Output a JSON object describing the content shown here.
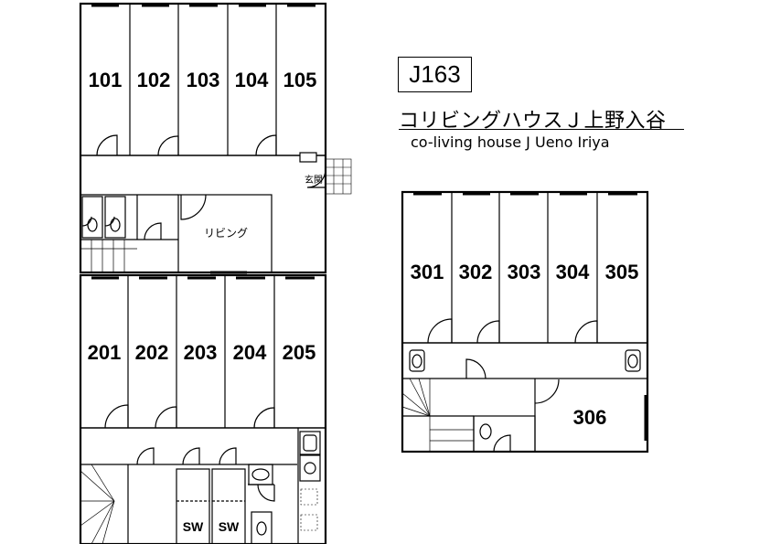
{
  "header": {
    "code": "J163",
    "title_jp": "コリビングハウスＪ上野入谷",
    "title_en": "co-living house J Ueno Iriya"
  },
  "floor1": {
    "rooms": [
      "101",
      "102",
      "103",
      "104",
      "105"
    ],
    "entrance": "玄関",
    "living": "リビング"
  },
  "floor2": {
    "rooms": [
      "201",
      "202",
      "203",
      "204",
      "205"
    ],
    "shower": [
      "SW",
      "SW"
    ]
  },
  "floor3": {
    "rooms": [
      "301",
      "302",
      "303",
      "304",
      "305",
      "306"
    ]
  }
}
